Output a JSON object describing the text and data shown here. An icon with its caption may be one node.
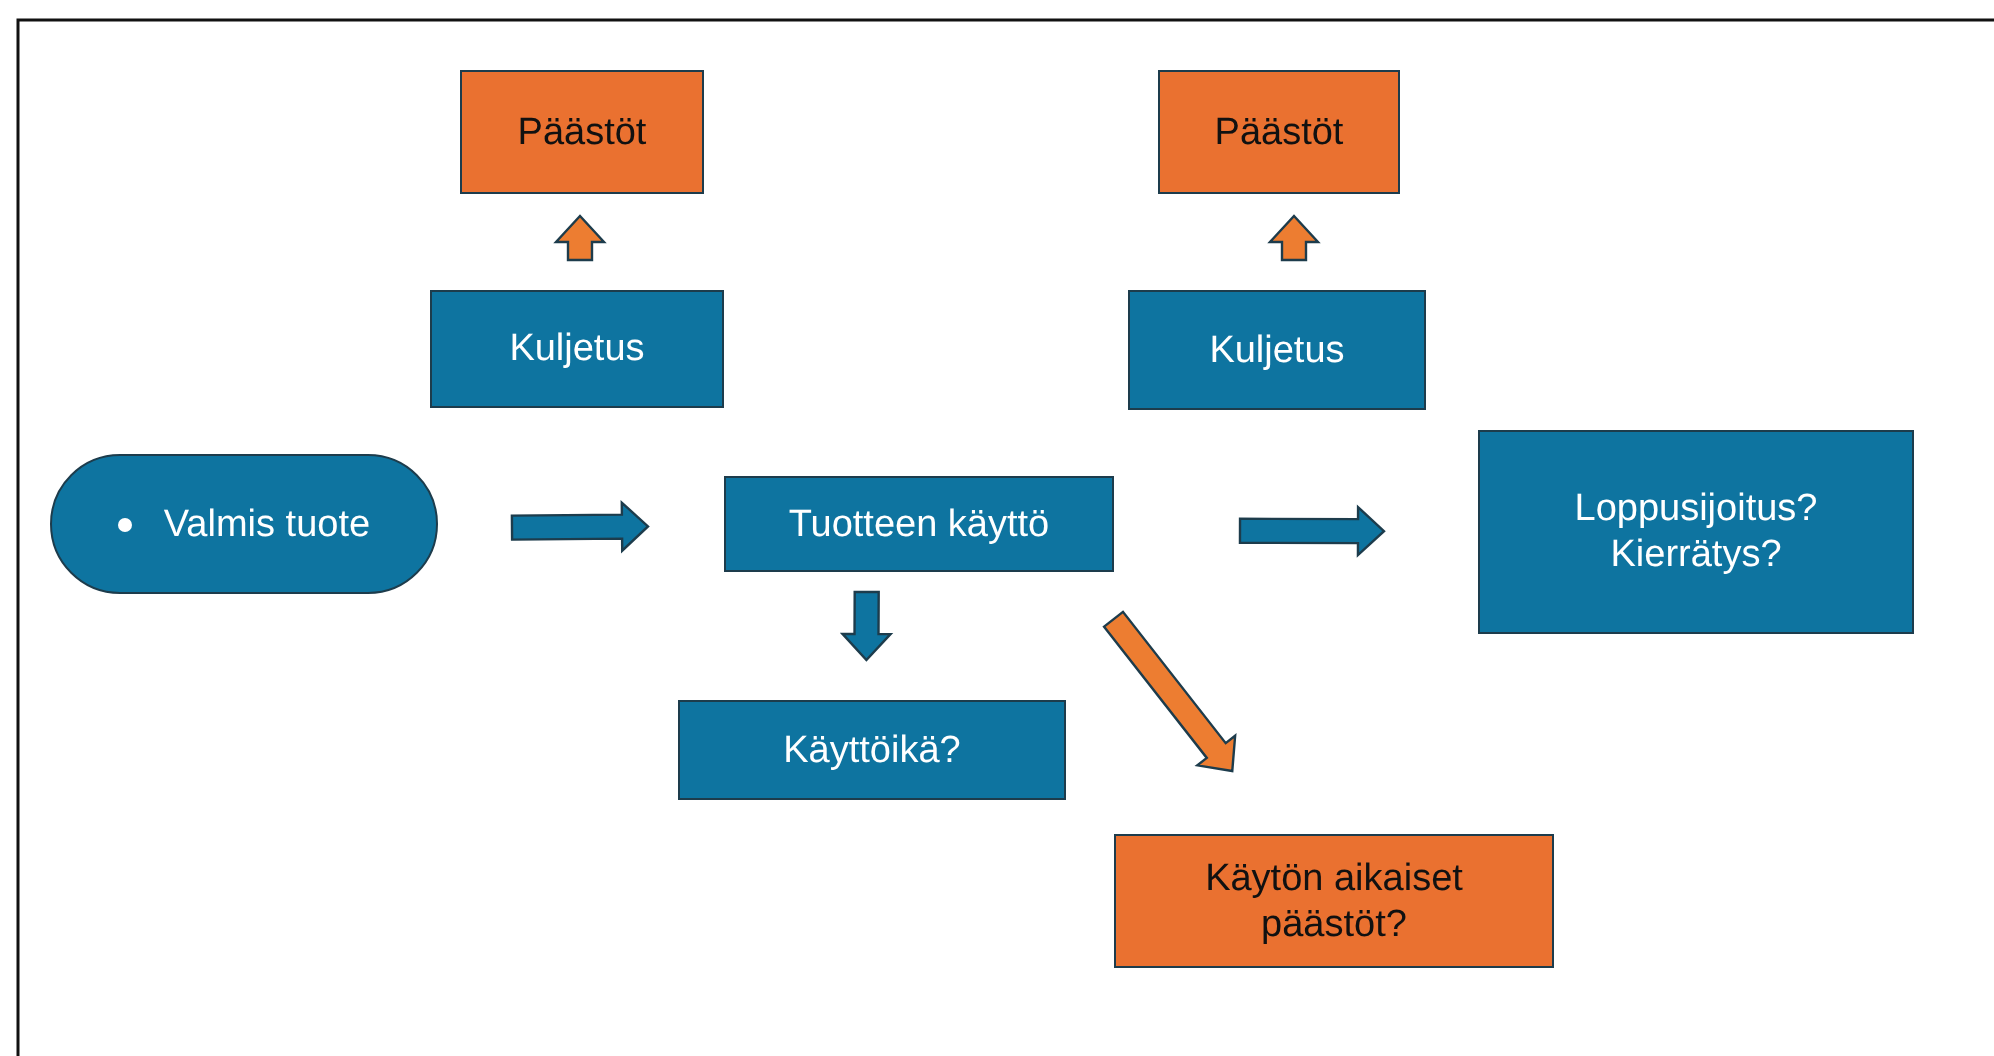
{
  "diagram": {
    "nodes": [
      {
        "text": [
          "Päästöt"
        ]
      },
      {
        "text": [
          "Päästöt"
        ]
      },
      {
        "text": [
          "Kuljetus"
        ]
      },
      {
        "text": [
          "Kuljetus"
        ]
      },
      {
        "text": [
          "Valmis tuote"
        ]
      },
      {
        "text": [
          "Tuotteen käyttö"
        ]
      },
      {
        "text": [
          "Loppusijoitus? Kierrätys?"
        ]
      },
      {
        "text": [
          "Käyttöikä?"
        ]
      },
      {
        "text": [
          "Käytön aikaiset päästöt?"
        ]
      }
    ],
    "edges": [
      {
        "from": 4,
        "to": 5,
        "arrow": "to"
      },
      {
        "from": 5,
        "to": 6,
        "arrow": "to"
      },
      {
        "from": 5,
        "to": 7,
        "arrow": "to"
      },
      {
        "from": 5,
        "to": 8,
        "arrow": "to",
        "color": "#ed7d31"
      },
      {
        "from": 2,
        "to": 0,
        "arrow": "to",
        "color": "#ed7d31"
      },
      {
        "from": 3,
        "to": 1,
        "arrow": "to",
        "color": "#ed7d31"
      }
    ]
  }
}
